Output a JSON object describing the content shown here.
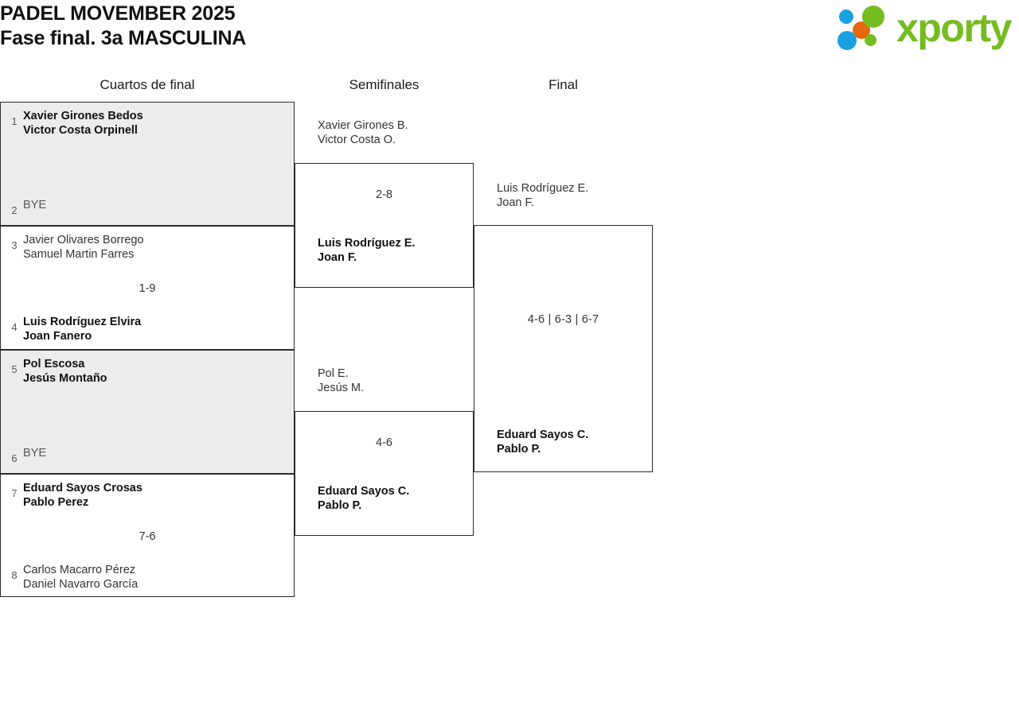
{
  "header": {
    "title_line1": "PADEL MOVEMBER 2025",
    "title_line2": "Fase final. 3a MASCULINA",
    "logo_text": "xporty",
    "logo_colors": {
      "green": "#76bc21",
      "blue": "#1ba0e2",
      "orange": "#e8690b"
    }
  },
  "columns": {
    "quarterfinals": "Cuartos de final",
    "semifinals": "Semifinales",
    "final": "Final"
  },
  "bracket": {
    "quarterfinals": [
      {
        "top": {
          "seed": "1",
          "names": "Xavier Girones Bedos\nVictor Costa Orpinell",
          "winner": true,
          "bye": false
        },
        "bottom": {
          "seed": "2",
          "names": "BYE",
          "winner": false,
          "bye": true
        },
        "score": ""
      },
      {
        "top": {
          "seed": "3",
          "names": "Javier Olivares Borrego\nSamuel Martin Farres",
          "winner": false,
          "bye": false
        },
        "bottom": {
          "seed": "4",
          "names": "Luis Rodríguez Elvira\nJoan Fanero",
          "winner": true,
          "bye": false
        },
        "score": "1-9"
      },
      {
        "top": {
          "seed": "5",
          "names": "Pol Escosa\nJesús Montaño",
          "winner": true,
          "bye": false
        },
        "bottom": {
          "seed": "6",
          "names": "BYE",
          "winner": false,
          "bye": true
        },
        "score": ""
      },
      {
        "top": {
          "seed": "7",
          "names": "Eduard Sayos Crosas\nPablo Perez",
          "winner": true,
          "bye": false
        },
        "bottom": {
          "seed": "8",
          "names": "Carlos Macarro Pérez\nDaniel Navarro García",
          "winner": false,
          "bye": false
        },
        "score": "7-6"
      }
    ],
    "semifinals": [
      {
        "top": {
          "seed": "",
          "names": "Xavier Girones B.\nVictor Costa O.",
          "winner": false,
          "bye": false
        },
        "bottom": {
          "seed": "",
          "names": "Luis Rodríguez E.\nJoan F.",
          "winner": true,
          "bye": false
        },
        "score": "2-8"
      },
      {
        "top": {
          "seed": "",
          "names": "Pol E.\nJesús M.",
          "winner": false,
          "bye": false
        },
        "bottom": {
          "seed": "",
          "names": "Eduard Sayos C.\nPablo P.",
          "winner": true,
          "bye": false
        },
        "score": "4-6"
      }
    ],
    "final": [
      {
        "top": {
          "seed": "",
          "names": "Luis Rodríguez E.\nJoan F.",
          "winner": false,
          "bye": false
        },
        "bottom": {
          "seed": "",
          "names": "Eduard Sayos C.\nPablo P.",
          "winner": true,
          "bye": false
        },
        "score": "4-6 | 6-3 | 6-7"
      }
    ]
  }
}
